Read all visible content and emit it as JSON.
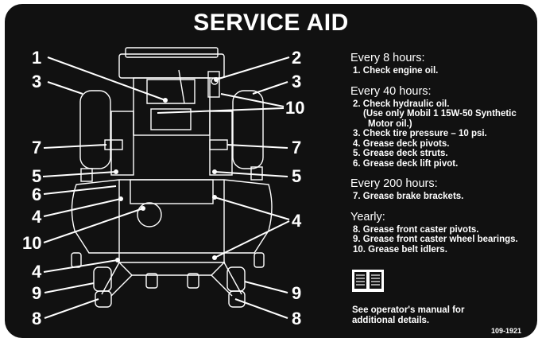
{
  "title": "SERVICE AID",
  "callouts": {
    "c1": "1",
    "c2": "2",
    "c3l": "3",
    "c3r": "3",
    "c10t": "10",
    "c7l": "7",
    "c7r": "7",
    "c5l": "5",
    "c5r": "5",
    "c6": "6",
    "c4l1": "4",
    "c4r": "4",
    "c10b": "10",
    "c4l2": "4",
    "c9l": "9",
    "c9r": "9",
    "c8l": "8",
    "c8r": "8"
  },
  "schedule": [
    {
      "heading": "Every 8 hours:",
      "tasks": [
        "1. Check engine oil."
      ]
    },
    {
      "heading": "Every 40 hours:",
      "tasks": [
        "2. Check hydraulic oil.",
        "(Use only Mobil 1 15W-50 Synthetic",
        "Motor oil.)",
        "3. Check tire pressure – 10 psi.",
        "4. Grease deck pivots.",
        "5. Grease deck struts.",
        "6. Grease deck lift pivot."
      ]
    },
    {
      "heading": "Every 200 hours:",
      "tasks": [
        "7. Grease brake brackets."
      ]
    },
    {
      "heading": "Yearly:",
      "tasks": [
        "8. Grease front caster pivots.",
        "9. Grease front caster wheel bearings.",
        "10. Grease belt idlers."
      ]
    }
  ],
  "manual_note": [
    "See operator's manual for",
    "additional details."
  ],
  "part_number": "109-1921",
  "icons": {
    "manual": "open-book-icon"
  },
  "colors": {
    "background": "#111111",
    "ink": "#ffffff"
  }
}
